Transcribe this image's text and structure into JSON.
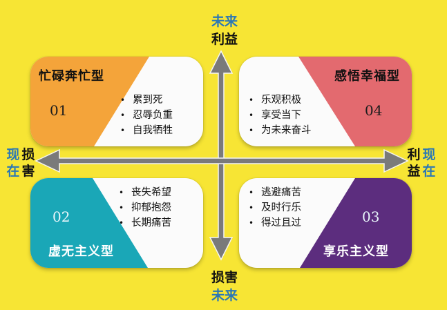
{
  "colors": {
    "background": "#f7e534",
    "arrow": "#7a7a7a",
    "label_blue": "#2a77b5",
    "q1_accent": "#f4a43a",
    "q2_accent": "#1aa7b7",
    "q3_accent": "#5c2d7e",
    "q4_accent": "#e36a6f"
  },
  "axes": {
    "top": {
      "line1": "未来",
      "line2": "利益"
    },
    "bottom": {
      "line1": "损害",
      "line2": "未来"
    },
    "left": {
      "outer": "现在",
      "inner": "损害"
    },
    "right": {
      "inner": "利益",
      "outer": "现在"
    }
  },
  "quadrants": {
    "top_left": {
      "title": "忙碌奔忙型",
      "number": "01",
      "items": [
        "累到死",
        "忍辱负重",
        "自我牺牲"
      ],
      "icon": "orange-wedge"
    },
    "top_right": {
      "title": "感悟幸福型",
      "number": "04",
      "items": [
        "乐观积极",
        "享受当下",
        "为未来奋斗"
      ],
      "icon": "red-wedge"
    },
    "bottom_left": {
      "title": "虚无主义型",
      "number": "02",
      "items": [
        "丧失希望",
        "抑郁抱怨",
        "长期痛苦"
      ],
      "icon": "teal-wedge"
    },
    "bottom_right": {
      "title": "享乐主义型",
      "number": "03",
      "items": [
        "逃避痛苦",
        "及时行乐",
        "得过且过"
      ],
      "icon": "purple-wedge"
    }
  }
}
